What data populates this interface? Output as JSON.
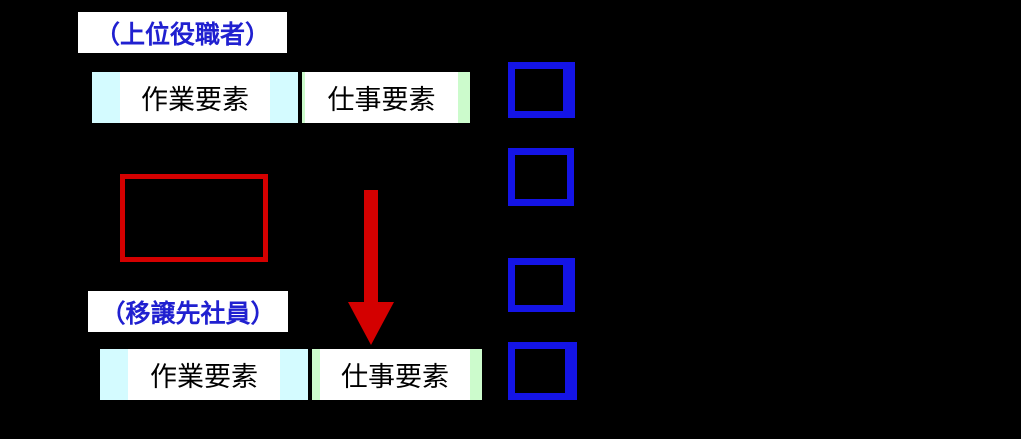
{
  "diagram": {
    "title_role_upper": "（上位役職者）",
    "title_role_lower": "（移譲先社員）",
    "rows": [
      {
        "id": "upper",
        "role_label": "（上位役職者）",
        "cells": [
          {
            "label": "作業要素",
            "color": "#d4fbff"
          },
          {
            "label": "仕事要素",
            "color": "#ccfbcc"
          }
        ]
      },
      {
        "id": "lower",
        "role_label": "（移譲先社員）",
        "cells": [
          {
            "label": "作業要素",
            "color": "#d4fbff"
          },
          {
            "label": "仕事要素",
            "color": "#ccfbcc"
          }
        ]
      }
    ],
    "shapes": {
      "red_box": {
        "name": "red-highlight-rectangle",
        "stroke": "#d40000",
        "label": ""
      },
      "arrow": {
        "name": "downward-delegation-arrow",
        "fill": "#d40000",
        "direction": "down",
        "label": ""
      },
      "blue_boxes": [
        {
          "name": "blue-square-1",
          "stroke": "#1414e6",
          "label": ""
        },
        {
          "name": "blue-square-2",
          "stroke": "#1414e6",
          "label": ""
        },
        {
          "name": "blue-square-3",
          "stroke": "#1414e6",
          "label": ""
        },
        {
          "name": "blue-square-4",
          "stroke": "#1414e6",
          "label": ""
        }
      ]
    },
    "colors": {
      "background": "#000000",
      "label_text": "#2020d0",
      "cell_text": "#000000",
      "task_cell": "#d4fbff",
      "job_cell": "#ccfbcc",
      "accent_red": "#d40000",
      "accent_blue": "#1414e6"
    }
  }
}
